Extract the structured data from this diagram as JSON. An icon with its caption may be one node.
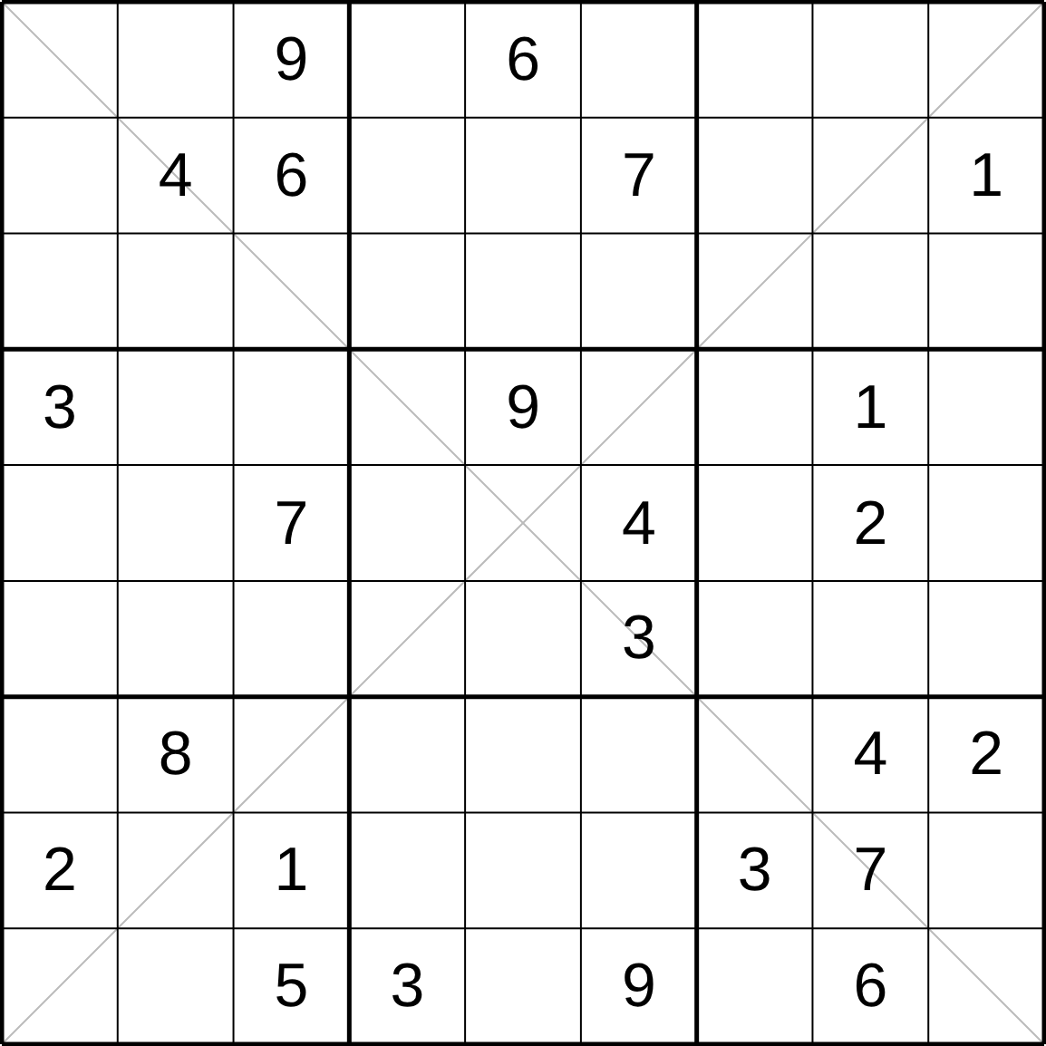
{
  "diagram": {
    "labels": [
      "9",
      "6",
      "4",
      "6",
      "7",
      "1",
      "3",
      "9",
      "1",
      "7",
      "4",
      "2",
      "3",
      "8",
      "4",
      "2",
      "2",
      "1",
      "3",
      "7",
      "5",
      "3",
      "9",
      "6"
    ]
  }
}
